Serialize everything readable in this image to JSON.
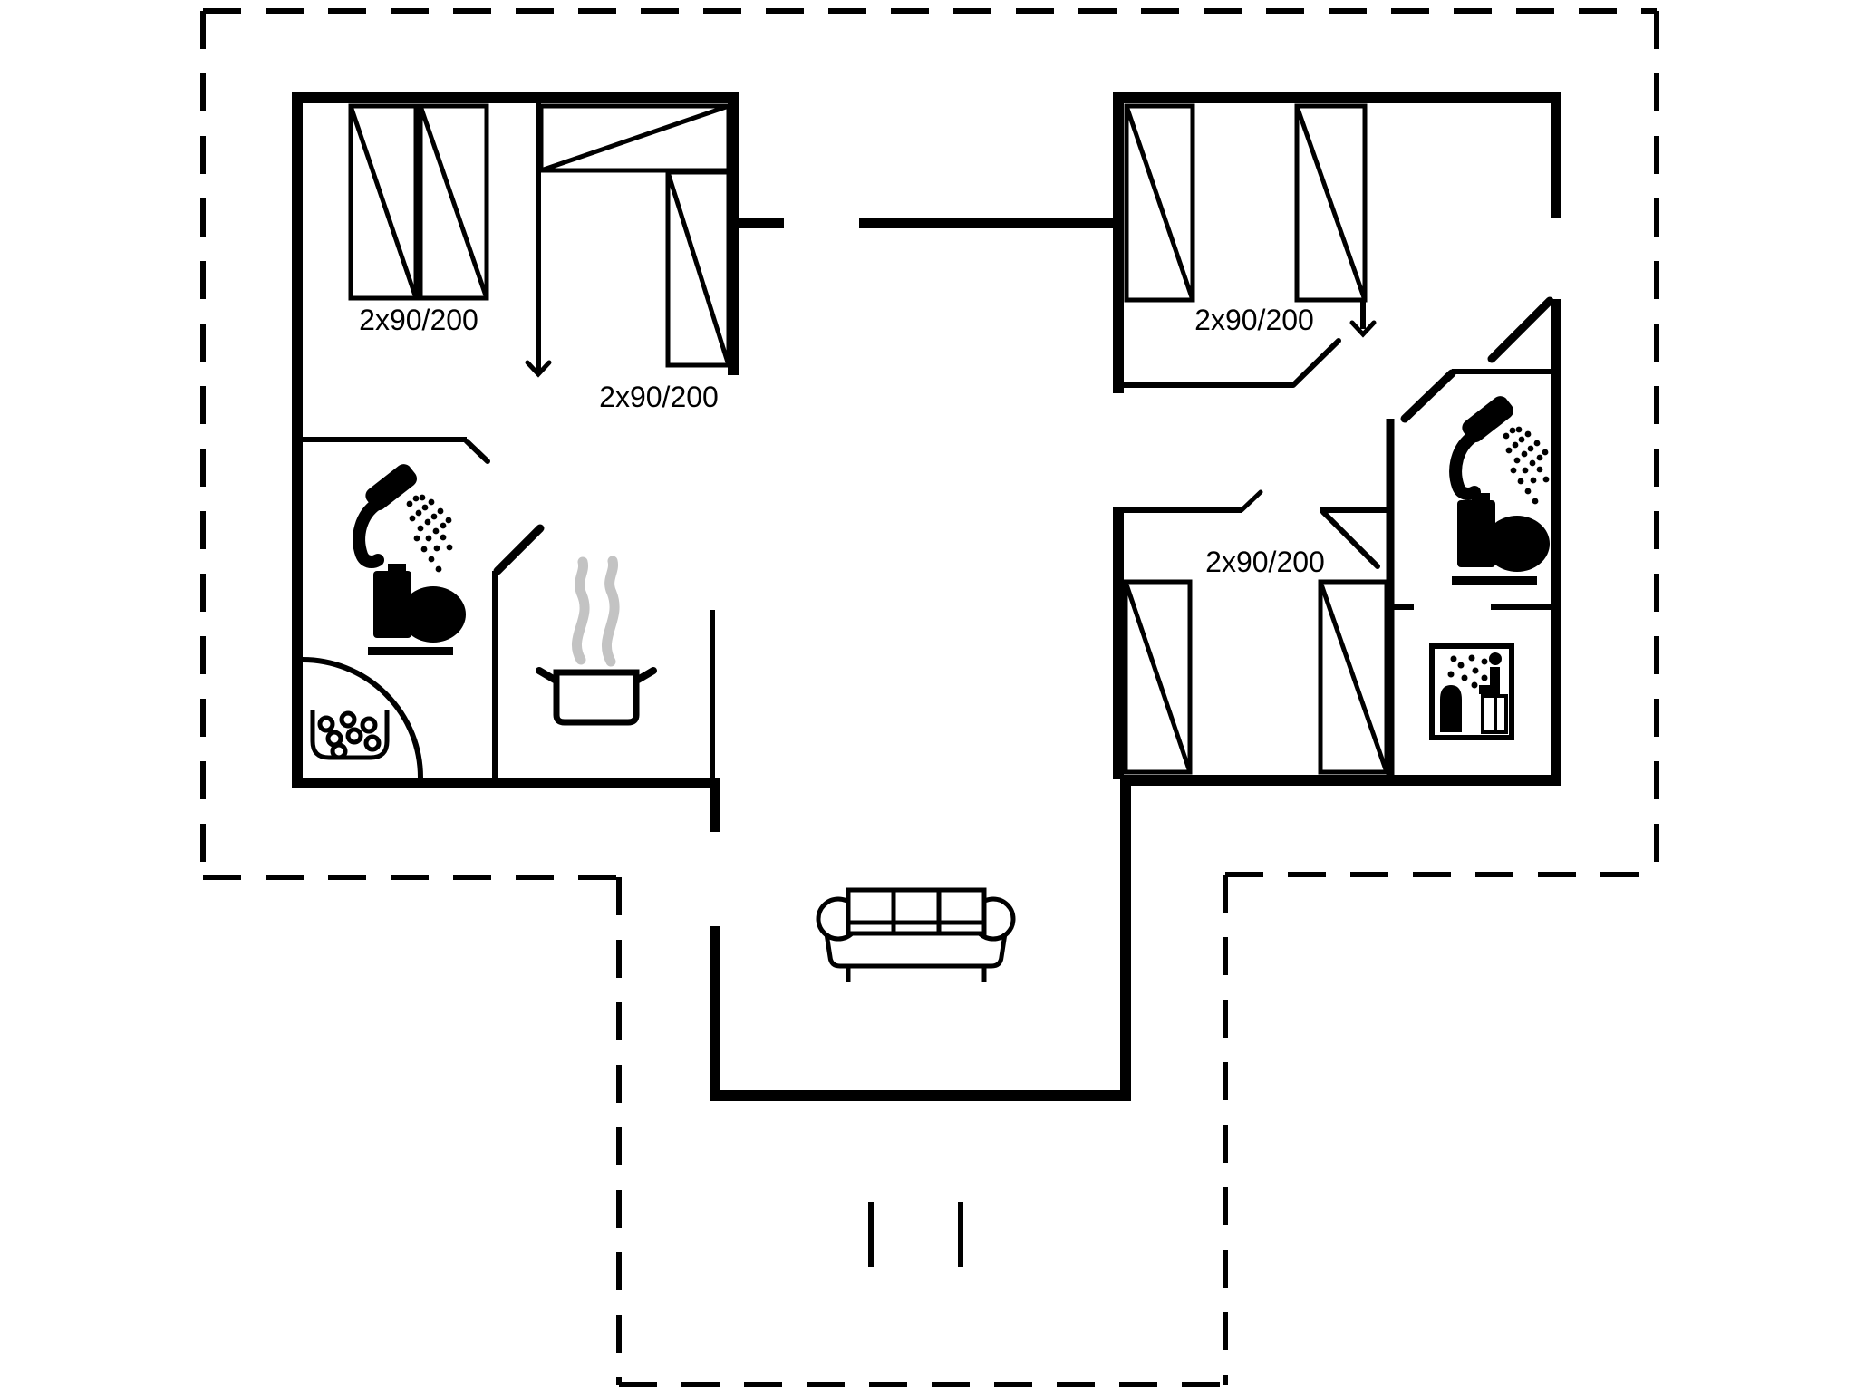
{
  "plan": {
    "type": "floor-plan",
    "labels": [
      {
        "text": "2x90/200"
      },
      {
        "text": "2x90/200"
      },
      {
        "text": "2x90/200"
      },
      {
        "text": "2x90/200"
      }
    ],
    "icons": {
      "shower_left": "shower-icon",
      "shower_right": "shower-icon",
      "toilet_left": "toilet-icon",
      "toilet_right": "toilet-icon",
      "whirlpool": "whirlpool-icon",
      "cooking_pot": "cooking-pot-icon",
      "sauna": "sauna-icon",
      "sofa": "sofa",
      "terrace_steps": "steps"
    },
    "colors": {
      "line": "#000000",
      "background": "#ffffff",
      "steam": "#c3c3c3"
    }
  }
}
